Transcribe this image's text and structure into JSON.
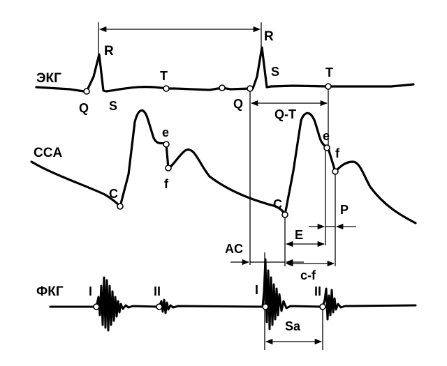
{
  "colors": {
    "ink": "#000000",
    "background": "#ffffff"
  },
  "traces": {
    "ecg": {
      "label": "ЭКГ"
    },
    "cca": {
      "label": "CCA"
    },
    "pcg": {
      "label": "ФКГ"
    }
  },
  "points": {
    "ecg_r1": "R",
    "ecg_q1": "Q",
    "ecg_s1": "S",
    "ecg_t1": "T",
    "ecg_r2": "R",
    "ecg_q2": "Q",
    "ecg_s2": "S",
    "ecg_t2": "T",
    "cca_c1": "C",
    "cca_e1": "e",
    "cca_f1": "f",
    "cca_c2": "C",
    "cca_e2": "e",
    "cca_f2": "f",
    "pcg_i1": "I",
    "pcg_ii1": "II",
    "pcg_i2": "I",
    "pcg_ii2": "II"
  },
  "intervals": {
    "qt": "Q-T",
    "ac": "AC",
    "e": "E",
    "p": "P",
    "cf": "c-f",
    "sa": "Sa"
  }
}
